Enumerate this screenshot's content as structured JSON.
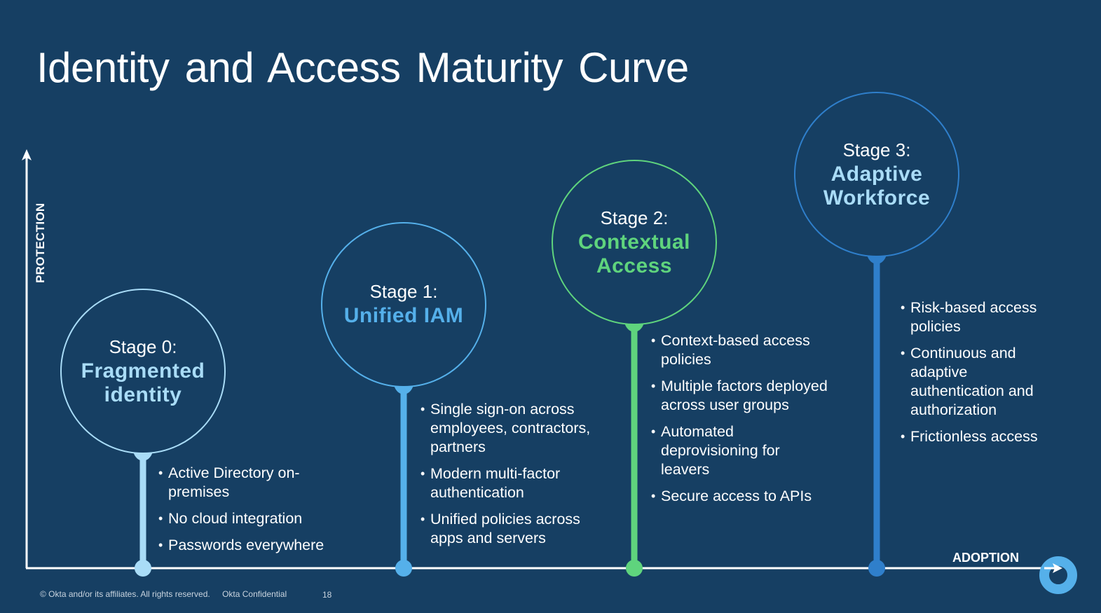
{
  "title": "Identity and Access Maturity Curve",
  "axes": {
    "y_label": "PROTECTION",
    "x_label": "ADOPTION"
  },
  "stages": [
    {
      "stage_label": "Stage 0:",
      "name_line1": "Fragmented",
      "name_line2": "identity",
      "color": "#a9dcf7",
      "bullets": [
        "Active Directory on-premises",
        "No cloud integration",
        "Passwords everywhere"
      ]
    },
    {
      "stage_label": "Stage 1:",
      "name_line1": "Unified IAM",
      "name_line2": "",
      "color": "#55b0ea",
      "bullets": [
        "Single sign-on across employees, contractors, partners",
        "Modern multi-factor authentication",
        "Unified policies across apps and servers"
      ]
    },
    {
      "stage_label": "Stage 2:",
      "name_line1": "Contextual",
      "name_line2": "Access",
      "color": "#5fd47d",
      "bullets": [
        "Context-based access policies",
        "Multiple factors deployed across user groups",
        "Automated deprovisioning for leavers",
        "Secure access to APIs"
      ]
    },
    {
      "stage_label": "Stage 3:",
      "name_line1": "Adaptive",
      "name_line2": "Workforce",
      "color": "#2f7fcb",
      "name_color": "#a9dcf7",
      "bullets": [
        "Risk-based access policies",
        "Continuous and adaptive authentication and authorization",
        "Frictionless access"
      ]
    }
  ],
  "logo": {
    "icon": "okta-ring-icon",
    "color": "#55b0ea"
  },
  "footer": {
    "copyright": "© Okta and/or its affiliates. All rights reserved.",
    "confidential": "Okta Confidential",
    "page_number": "18"
  },
  "colors": {
    "background": "#163f63",
    "axis": "#ffffff"
  }
}
